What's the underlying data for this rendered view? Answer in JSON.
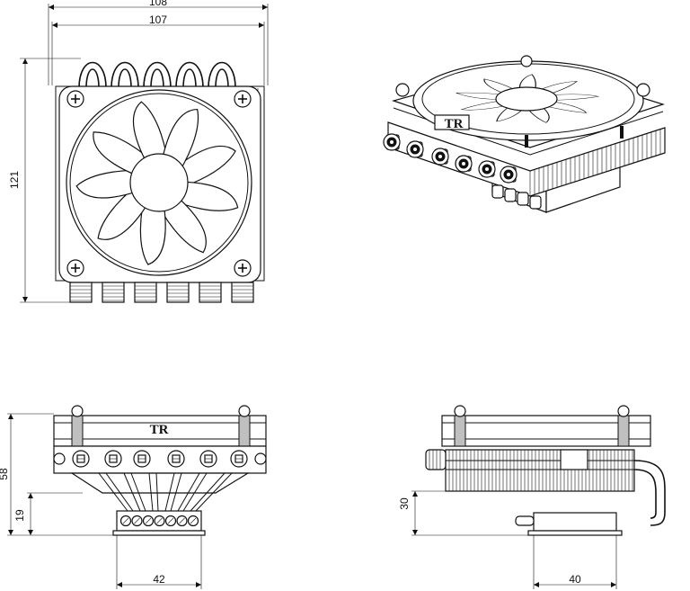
{
  "front_view": {
    "dim_top_outer": "108",
    "dim_top_inner": "107",
    "dim_height": "121"
  },
  "iso_view": {
    "logo": "TR"
  },
  "side_view_a": {
    "logo": "TR",
    "dim_total_height": "58",
    "dim_base_height": "19",
    "dim_base_width": "42"
  },
  "side_view_b": {
    "dim_height": "30",
    "dim_width": "40"
  }
}
